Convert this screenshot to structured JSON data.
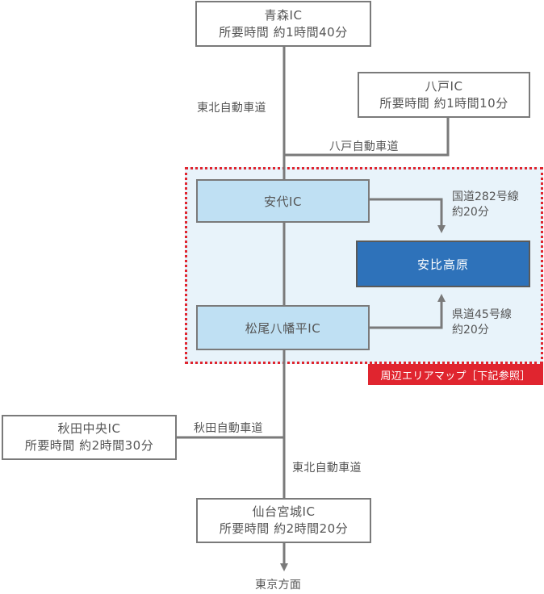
{
  "boxes": {
    "aomori": {
      "name": "青森IC",
      "time": "所要時間 約1時間40分"
    },
    "hachinohe": {
      "name": "八戸IC",
      "time": "所要時間 約1時間10分"
    },
    "akita": {
      "name": "秋田中央IC",
      "time": "所要時間 約2時間30分"
    },
    "sendai": {
      "name": "仙台宮城IC",
      "time": "所要時間 約2時間20分"
    }
  },
  "area": {
    "ashiro": "安代IC",
    "matsuo": "松尾八幡平IC",
    "destination": "安比高原",
    "map_label": "周辺エリアマップ［下記参照］"
  },
  "roads": {
    "tohoku_upper": "東北自動車道",
    "hachinohe": "八戸自動車道",
    "akita": "秋田自動車道",
    "tohoku_lower": "東北自動車道",
    "route282_name": "国道282号線",
    "route282_time": "約20分",
    "route45_name": "県道45号線",
    "route45_time": "約20分",
    "tokyo": "東京方面"
  },
  "colors": {
    "line": "#7a7a7a",
    "area_border": "#e0252f",
    "area_fill": "#e8f3fa",
    "ic_fill": "#bfe0f3",
    "destination_fill": "#2e72ba"
  }
}
